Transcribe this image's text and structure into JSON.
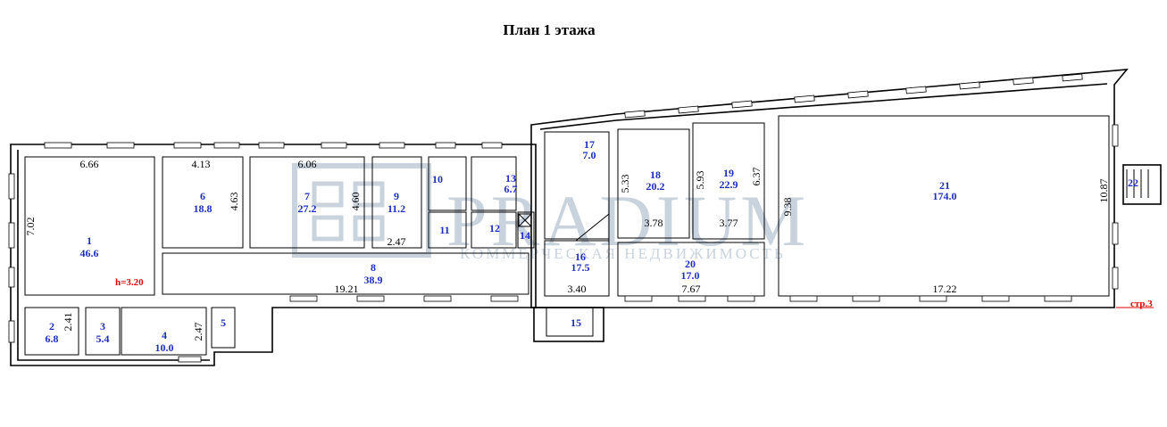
{
  "title": "План 1 этажа",
  "watermark": {
    "brand": "PRADIUM",
    "tagline": "КОММЕРЧЕСКАЯ НЕДВИЖИМОСТЬ"
  },
  "height_note": "h=3.20",
  "page_ref": "стр.3",
  "rooms": [
    {
      "num": "1",
      "area": "46.6"
    },
    {
      "num": "2",
      "area": "6.8"
    },
    {
      "num": "3",
      "area": "5.4"
    },
    {
      "num": "4",
      "area": "10.0"
    },
    {
      "num": "5",
      "area": ""
    },
    {
      "num": "6",
      "area": "18.8"
    },
    {
      "num": "7",
      "area": "27.2"
    },
    {
      "num": "8",
      "area": "38.9"
    },
    {
      "num": "9",
      "area": "11.2"
    },
    {
      "num": "10",
      "area": ""
    },
    {
      "num": "11",
      "area": ""
    },
    {
      "num": "12",
      "area": ""
    },
    {
      "num": "13",
      "area": "6.7"
    },
    {
      "num": "14",
      "area": ""
    },
    {
      "num": "15",
      "area": ""
    },
    {
      "num": "16",
      "area": "17.5"
    },
    {
      "num": "17",
      "area": "7.0"
    },
    {
      "num": "18",
      "area": "20.2"
    },
    {
      "num": "19",
      "area": "22.9"
    },
    {
      "num": "20",
      "area": "17.0"
    },
    {
      "num": "21",
      "area": "174.0"
    },
    {
      "num": "22",
      "area": ""
    }
  ],
  "dimensions": [
    "6.66",
    "7.02",
    "4.13",
    "4.63",
    "6.06",
    "4.60",
    "2.47",
    "19.21",
    "2.41",
    "2.47",
    "5.33",
    "5.93",
    "6.37",
    "3.78",
    "3.77",
    "3.40",
    "7.67",
    "9.38",
    "17.22",
    "10.87"
  ]
}
